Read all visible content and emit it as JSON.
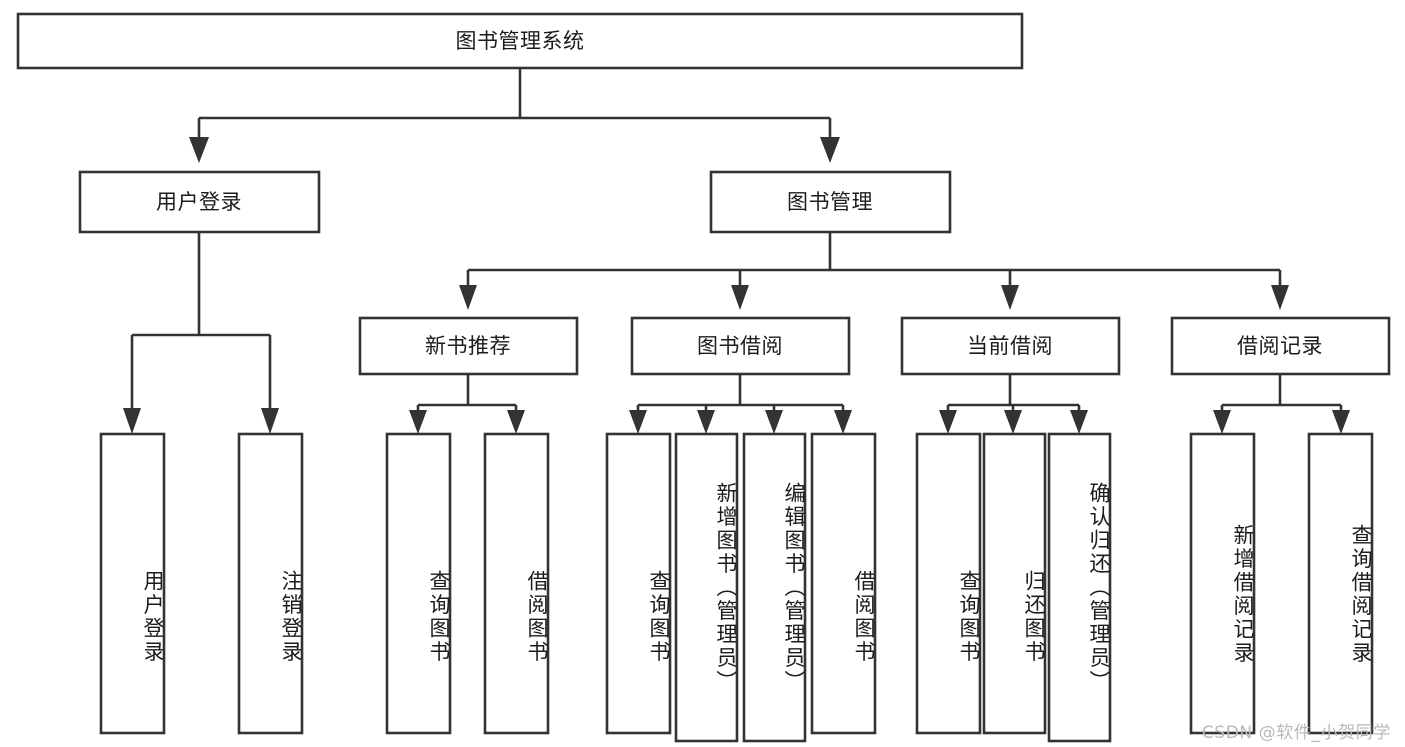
{
  "diagram": {
    "type": "tree-hierarchy",
    "title": "图书管理系统",
    "orientation": "top-down",
    "background_color": "#ffffff",
    "line_color": "#333333",
    "text_color": "#1c1c1c",
    "box_fill": "#ffffff",
    "nodes": {
      "root": {
        "label": "图书管理系统",
        "level": 0
      },
      "level1": [
        {
          "id": "user-login",
          "label": "用户登录",
          "level": 1
        },
        {
          "id": "book-manage",
          "label": "图书管理",
          "level": 1
        }
      ],
      "level2": [
        {
          "id": "new-book-recommend",
          "label": "新书推荐",
          "level": 2,
          "parent": "book-manage"
        },
        {
          "id": "book-borrow",
          "label": "图书借阅",
          "level": 2,
          "parent": "book-manage"
        },
        {
          "id": "current-borrow",
          "label": "当前借阅",
          "level": 2,
          "parent": "book-manage"
        },
        {
          "id": "borrow-record",
          "label": "借阅记录",
          "level": 2,
          "parent": "book-manage"
        }
      ],
      "leaves": [
        {
          "id": "leaf-user-login",
          "label": "用户登录",
          "parent": "user-login"
        },
        {
          "id": "leaf-user-logout",
          "label": "注销登录",
          "parent": "user-login"
        },
        {
          "id": "leaf-query-book-1",
          "label": "查询图书",
          "parent": "new-book-recommend"
        },
        {
          "id": "leaf-borrow-book-1",
          "label": "借阅图书",
          "parent": "new-book-recommend"
        },
        {
          "id": "leaf-query-book-2",
          "label": "查询图书",
          "parent": "book-borrow"
        },
        {
          "id": "leaf-add-book",
          "label": "新增图书（管理员）",
          "parent": "book-borrow"
        },
        {
          "id": "leaf-edit-book",
          "label": "编辑图书（管理员）",
          "parent": "book-borrow"
        },
        {
          "id": "leaf-borrow-book-2",
          "label": "借阅图书",
          "parent": "book-borrow"
        },
        {
          "id": "leaf-query-book-3",
          "label": "查询图书",
          "parent": "current-borrow"
        },
        {
          "id": "leaf-return-book",
          "label": "归还图书",
          "parent": "current-borrow"
        },
        {
          "id": "leaf-confirm-return",
          "label": "确认归还（管理员）",
          "parent": "current-borrow"
        },
        {
          "id": "leaf-add-record",
          "label": "新增借阅记录",
          "parent": "borrow-record"
        },
        {
          "id": "leaf-query-record",
          "label": "查询借阅记录",
          "parent": "borrow-record"
        }
      ]
    }
  },
  "watermark": {
    "text": "CSDN @软件_小贺同学"
  }
}
